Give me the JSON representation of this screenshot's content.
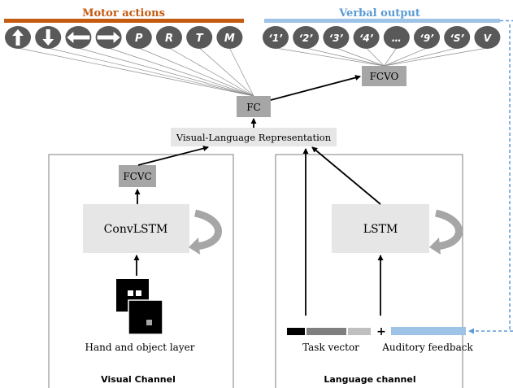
{
  "motor": {
    "title": "Motor actions",
    "bar_color": "#c55a11",
    "actions": [
      {
        "icon": "arrow-up-icon",
        "label": ""
      },
      {
        "icon": "arrow-down-icon",
        "label": ""
      },
      {
        "icon": "arrow-left-icon",
        "label": ""
      },
      {
        "icon": "arrow-right-icon",
        "label": ""
      },
      {
        "icon": "",
        "label": "P"
      },
      {
        "icon": "",
        "label": "R"
      },
      {
        "icon": "",
        "label": "T"
      },
      {
        "icon": "",
        "label": "M"
      }
    ]
  },
  "verbal": {
    "title": "Verbal output",
    "bar_color": "#9dc3e6",
    "tokens": [
      "‘1’",
      "‘2’",
      "‘3’",
      "‘4’",
      "…",
      "‘9’",
      "‘S’",
      "V"
    ]
  },
  "boxes": {
    "fc": "FC",
    "fcvo": "FCVO",
    "vlr": "Visual-Language Representation",
    "fcvc": "FCVC",
    "convlstm": "ConvLSTM",
    "lstm": "LSTM"
  },
  "visual": {
    "layer_label": "Hand and object layer",
    "channel_label": "Visual Channel"
  },
  "language": {
    "task_label": "Task vector",
    "plus": "+",
    "auditory_label": "Auditory feedback",
    "channel_label": "Language channel",
    "task_segment_colors": [
      "#000000",
      "#7f7f7f",
      "#bfbfbf"
    ],
    "auditory_color": "#9dc3e6"
  }
}
